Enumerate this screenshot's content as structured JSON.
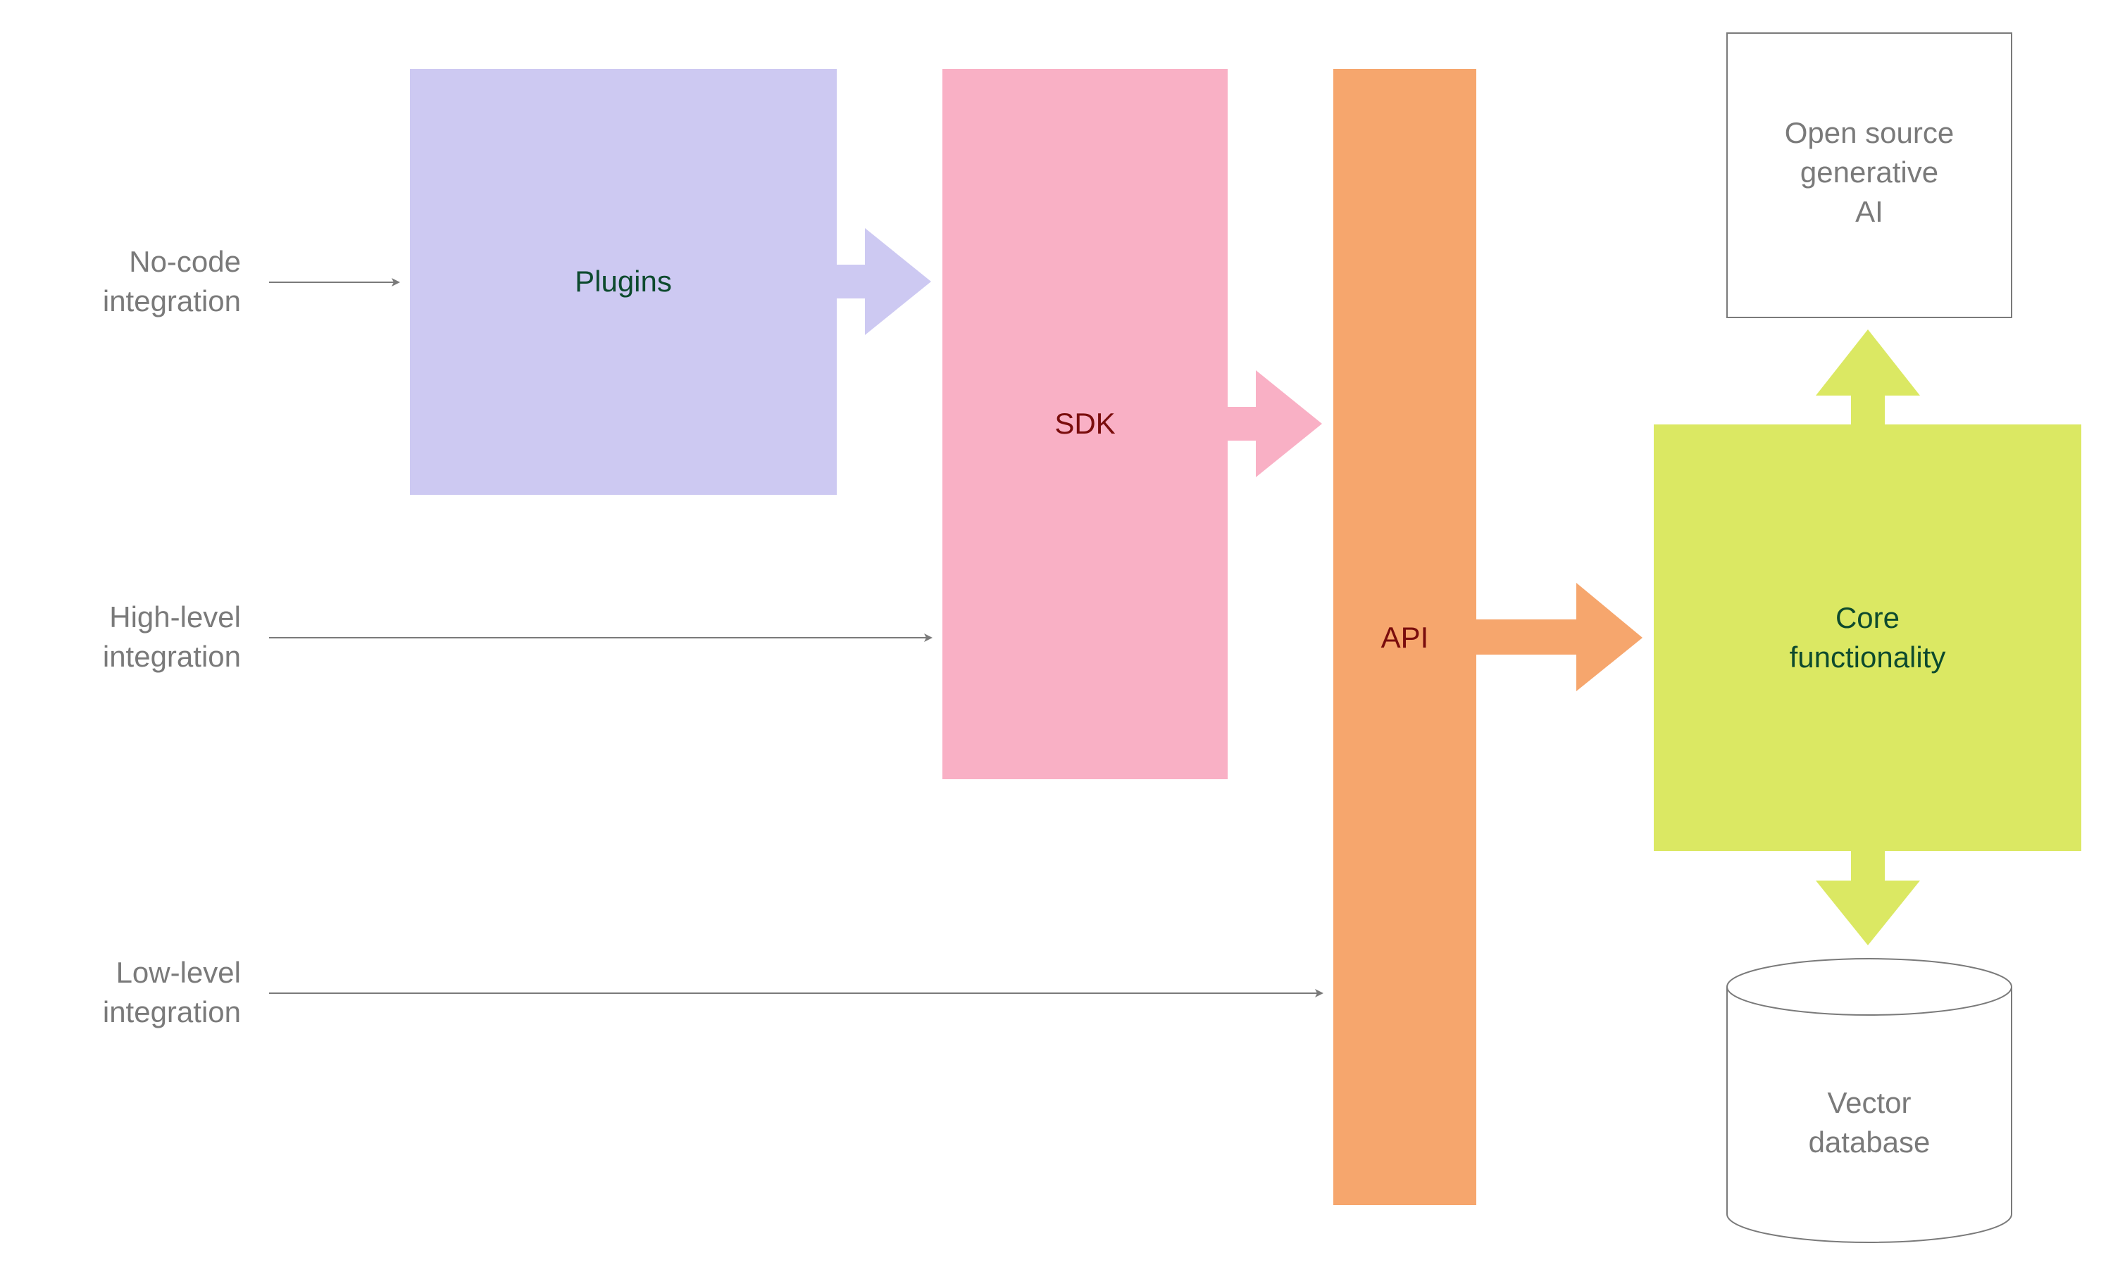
{
  "inputs": {
    "no_code": [
      "No-code",
      "integration"
    ],
    "high_level": [
      "High-level",
      "integration"
    ],
    "low_level": [
      "Low-level",
      "integration"
    ]
  },
  "blocks": {
    "plugins": "Plugins",
    "sdk": "SDK",
    "api": "API",
    "core": [
      "Core",
      "functionality"
    ],
    "open_source_ai": [
      "Open source",
      "generative",
      "AI"
    ],
    "vector_db": [
      "Vector",
      "database"
    ]
  },
  "colors": {
    "plugins": "#cdc9f2",
    "sdk": "#f9b0c5",
    "api": "#f6a66d",
    "core": "#dbe863",
    "text_gray": "#7a7a7a",
    "text_green": "#0d4a2e",
    "text_red": "#7a0d0d",
    "line_gray": "#7a7a7a"
  }
}
